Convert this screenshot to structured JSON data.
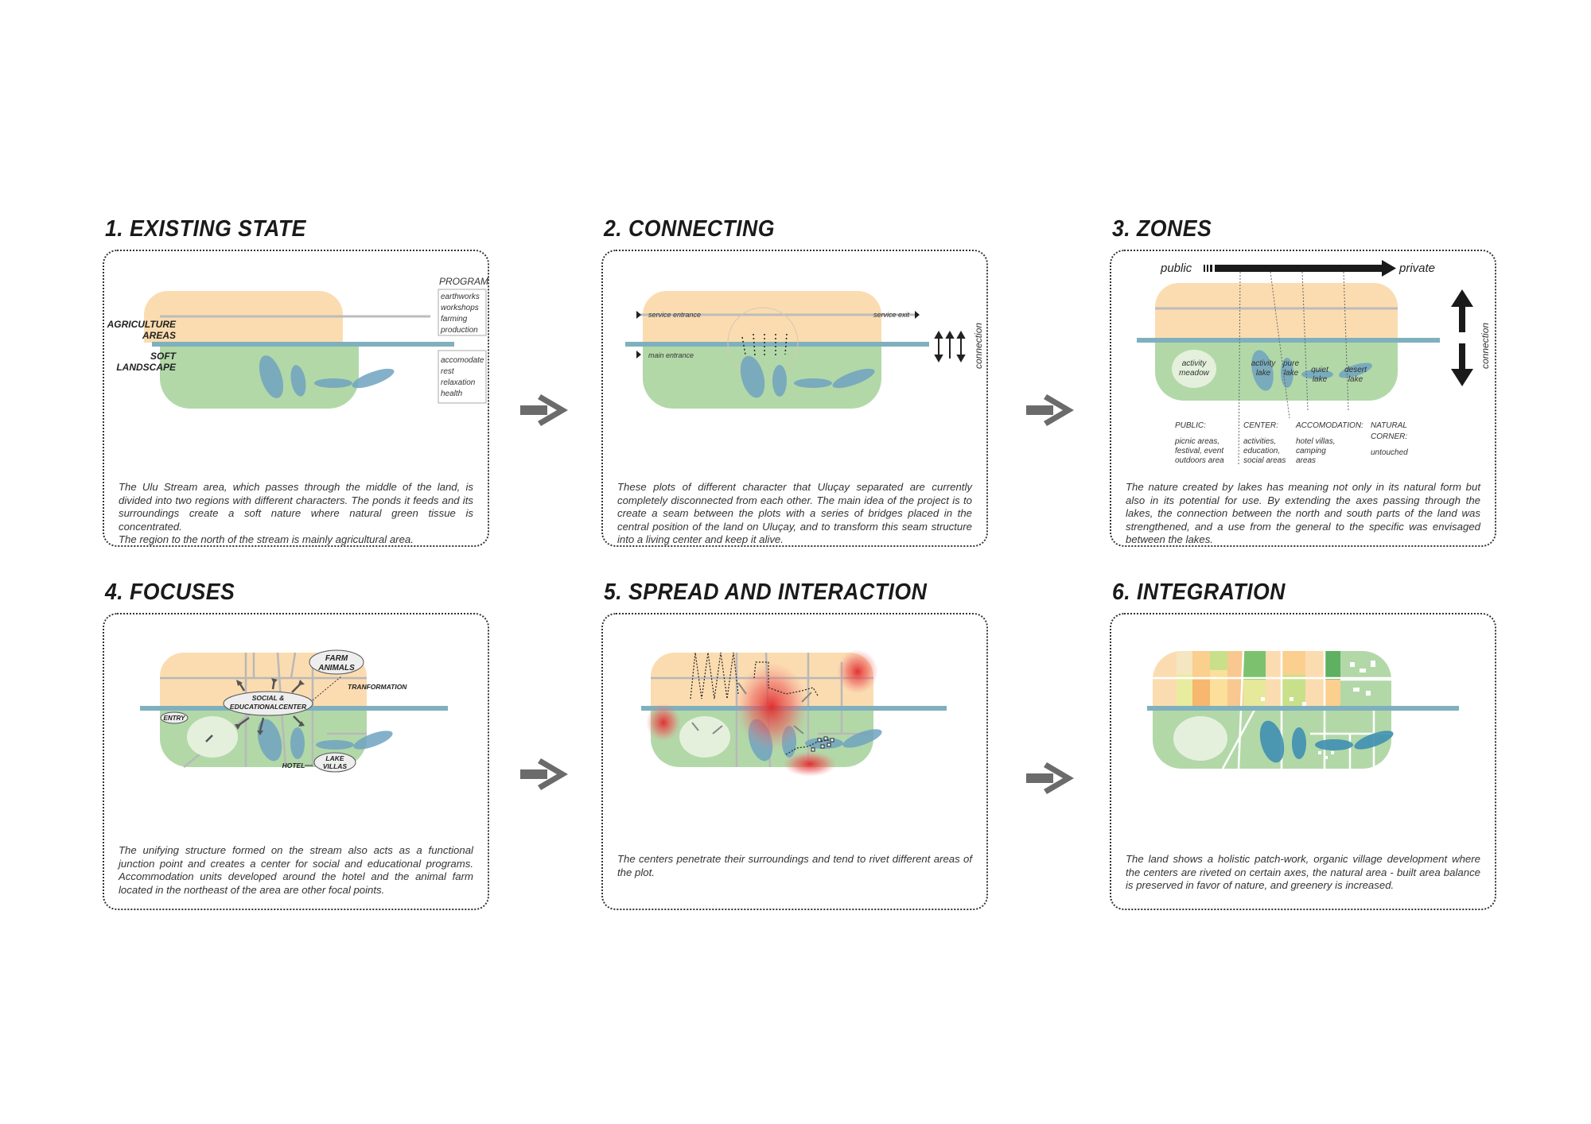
{
  "panels": [
    {
      "title": "1. EXISTING STATE",
      "desc": "The Ulu Stream area, which passes through the middle of the land, is divided into two regions with different characters. The ponds it feeds and its surroundings create a soft nature where natural green tissue is concentrated.\nThe region to the north of the stream is mainly agricultural area.",
      "labels": {
        "agri1": "AGRICULTURE",
        "agri2": "AREAS",
        "soft1": "SOFT",
        "soft2": "LANDSCAPE",
        "program": "PROGRAM",
        "prog_top": [
          "earthworks",
          "workshops",
          "farming",
          "production"
        ],
        "prog_bottom": [
          "accomodate",
          "rest",
          "relaxation",
          "health"
        ]
      }
    },
    {
      "title": "2. CONNECTING",
      "desc": "These plots of different character that Uluçay separated are currently completely disconnected from each other. The main idea of the project is to create a seam between the plots with a series of bridges placed in the central position of the land on Uluçay, and to transform this seam structure into a living center and keep it alive.",
      "labels": {
        "service_entrance": "service entrance",
        "service_exit": "service exit",
        "main_entrance": "main entrance",
        "connection": "connection"
      }
    },
    {
      "title": "3. ZONES",
      "desc": "The nature created by lakes has meaning not only in its natural form but also in its potential for use. By extending the axes passing through the lakes, the connection between the north and south parts of the land was strengthened, and a use from the general to the specific was envisaged between the lakes.",
      "labels": {
        "public": "public",
        "private": "private",
        "connection": "connection",
        "activity_meadow": [
          "activity",
          "meadow"
        ],
        "activity_lake": [
          "activity",
          "lake"
        ],
        "pure_lake": [
          "pure",
          "lake"
        ],
        "quiet_lake": [
          "quiet",
          "lake"
        ],
        "desert_lake": [
          "desert",
          "lake"
        ],
        "zones": [
          {
            "head": [
              "PUBLIC:"
            ],
            "items": [
              "picnic areas,",
              "festival, event",
              "outdoors area"
            ]
          },
          {
            "head": [
              "CENTER:"
            ],
            "items": [
              "activities,",
              "education,",
              "social areas"
            ]
          },
          {
            "head": [
              "ACCOMODATION:"
            ],
            "items": [
              "hotel villas,",
              "camping",
              "areas"
            ]
          },
          {
            "head": [
              "NATURAL",
              "CORNER:"
            ],
            "items": [
              "untouched"
            ]
          }
        ]
      }
    },
    {
      "title": "4. FOCUSES",
      "desc": "The unifying structure formed on the stream also acts as a functional junction point and creates a center for social and educational programs. Accommodation units developed around the hotel and the animal farm located in the northeast of the area are other focal points.",
      "labels": {
        "farm": [
          "FARM",
          "ANIMALS"
        ],
        "social": [
          "SOCIAL &",
          "EDUCATIONALCENTER"
        ],
        "tranformation": "TRANFORMATION",
        "entry": "ENTRY",
        "hotel": "HOTEL",
        "lake_villas": [
          "LAKE",
          "VILLAS"
        ]
      }
    },
    {
      "title": "5. SPREAD AND INTERACTION",
      "desc": "The centers penetrate their surroundings and tend to rivet different areas of the plot."
    },
    {
      "title": "6. INTEGRATION",
      "desc": "The land shows a holistic patch-work, organic village development where the centers are riveted on certain axes, the natural area - built area balance is preserved in favor of nature, and greenery is increased."
    }
  ],
  "colors": {
    "agriculture": "#fbdcb0",
    "landscape": "#b2d8a8",
    "stream": "#7fb0bd",
    "lake": "#6ea3c0",
    "arrow": "#6b6b6b"
  }
}
